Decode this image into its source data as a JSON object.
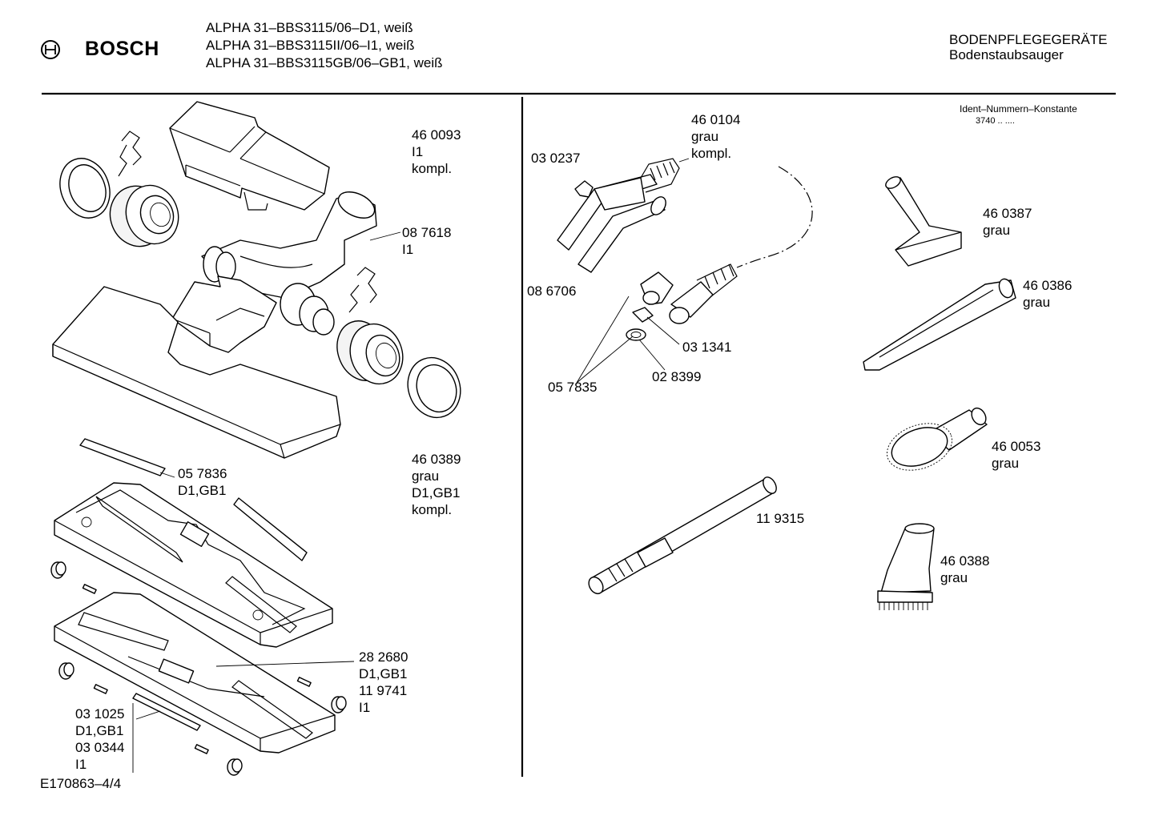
{
  "header": {
    "brand": "BOSCH",
    "models": [
      "ALPHA 31–BBS3115/06–D1, weiß",
      "ALPHA 31–BBS3115II/06–I1, weiß",
      "ALPHA 31–BBS3115GB/06–GB1, weiß"
    ],
    "category": "BODENPFLEGEGERÄTE",
    "subcategory": "Bodenstaubsauger"
  },
  "ident": {
    "title": "Ident–Nummern–Konstante",
    "value": "3740  .. ...."
  },
  "parts_left": {
    "p460093": [
      "46 0093",
      "I1",
      "kompl."
    ],
    "p087618": [
      "08 7618",
      "I1"
    ],
    "p460389": [
      "46 0389",
      "grau",
      "D1,GB1",
      "kompl."
    ],
    "p057836": [
      "05 7836",
      "D1,GB1"
    ],
    "p282680": [
      "28 2680",
      "D1,GB1",
      "11 9741",
      "I1"
    ],
    "p031025": [
      "03 1025",
      "D1,GB1",
      "03 0344",
      "I1"
    ]
  },
  "parts_middle": {
    "p460104": [
      "46 0104",
      "grau",
      "kompl."
    ],
    "p030237": [
      "03 0237"
    ],
    "p086706": [
      "08 6706"
    ],
    "p031341": [
      "03 1341"
    ],
    "p028399": [
      "02 8399"
    ],
    "p057835": [
      "05 7835"
    ],
    "p119315": [
      "11 9315"
    ]
  },
  "parts_right": {
    "p460387": [
      "46 0387",
      "grau"
    ],
    "p460386": [
      "46 0386",
      "grau"
    ],
    "p460053": [
      "46 0053",
      "grau"
    ],
    "p460388": [
      "46 0388",
      "grau"
    ]
  },
  "footer": {
    "drawing_id": "E170863–4/4"
  }
}
